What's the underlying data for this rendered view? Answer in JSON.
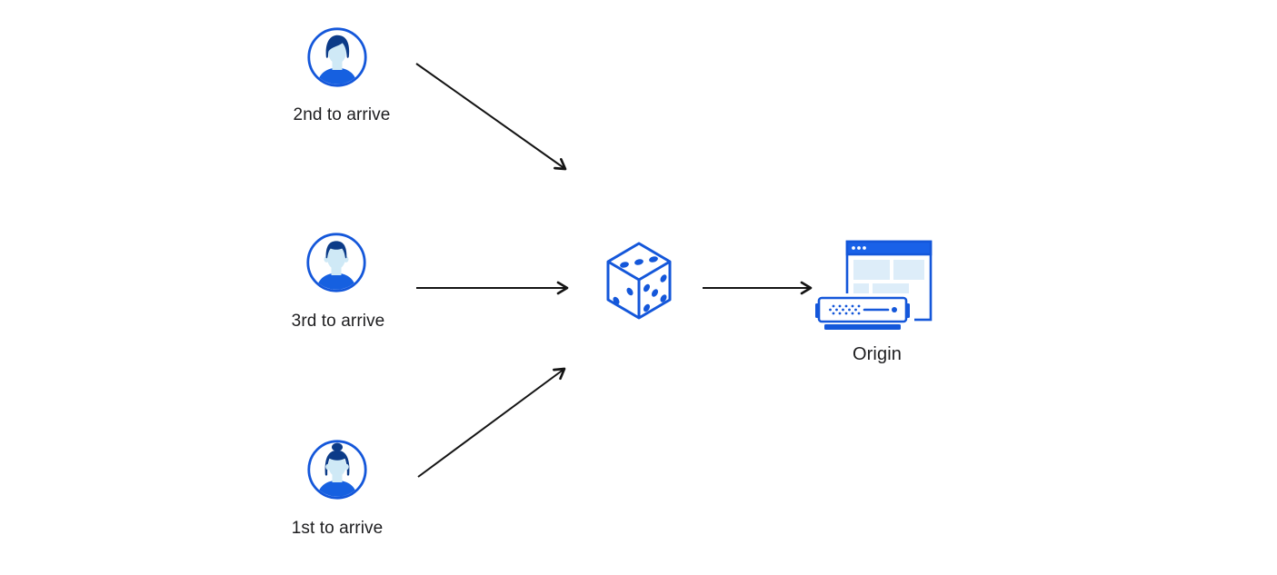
{
  "diagram": {
    "colors": {
      "primary_blue": "#1457da",
      "titlebar_blue": "#1961e8",
      "shirt_blue": "#1660e0",
      "dark_navy": "#0c3b88",
      "face_blue": "#cfe9f6",
      "panel_blue": "#ddedf9",
      "arrow_black": "#141414",
      "text_color": "#1d1d1f",
      "bg": "#ffffff"
    },
    "nodes": {
      "visitor_2nd": {
        "label": "2nd to arrive",
        "icon": "male-avatar-icon"
      },
      "visitor_3rd": {
        "label": "3rd to arrive",
        "icon": "male-avatar-icon"
      },
      "visitor_1st": {
        "label": "1st to arrive",
        "icon": "female-avatar-icon"
      },
      "randomizer": {
        "label": "",
        "icon": "dice-icon"
      },
      "origin": {
        "label": "Origin",
        "icon": "origin-server-icon"
      }
    },
    "edges": [
      {
        "from": "visitor_2nd",
        "to": "randomizer"
      },
      {
        "from": "visitor_3rd",
        "to": "randomizer"
      },
      {
        "from": "visitor_1st",
        "to": "randomizer"
      },
      {
        "from": "randomizer",
        "to": "origin"
      }
    ]
  }
}
